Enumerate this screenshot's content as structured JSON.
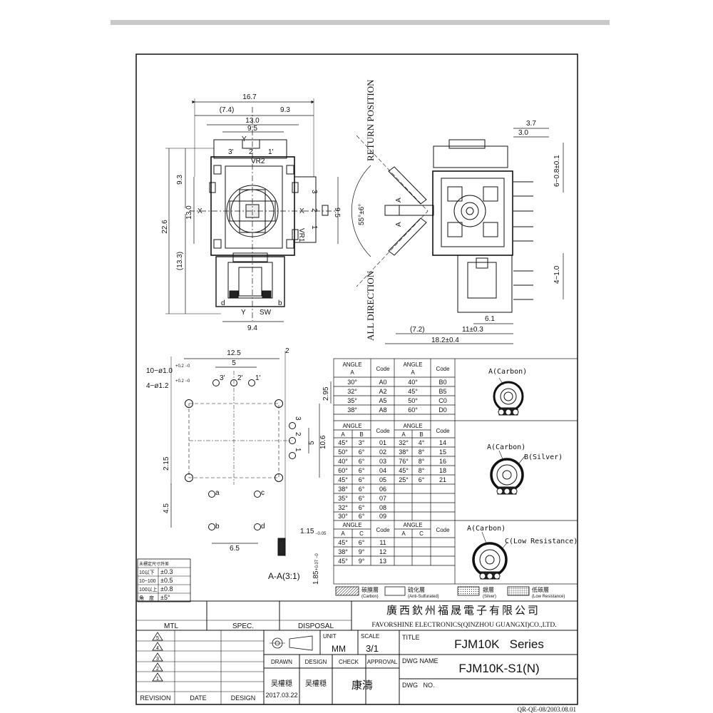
{
  "drawing": {
    "return_position": "RETURN POSITION",
    "all_direction": "ALL DIRECTION",
    "angle_55": "55°±6°",
    "section_label": "A-A(3:1)",
    "top_dims": {
      "w167": "16.7",
      "w74": "(7.4)",
      "w93": "9.3",
      "w130": "13.0",
      "w95": "9.5",
      "h93": "9.3",
      "h226": "22.6",
      "h130": "13.0",
      "h133": "(13.3)",
      "h95": "9.5",
      "w94": "9.4"
    },
    "top_labels": {
      "y_top": "Y",
      "three_p": "3'",
      "two_p": "2",
      "one_p": "1'",
      "vr2": "VR2",
      "x_left": "X",
      "x_right": "X",
      "three": "3",
      "two": "2",
      "one": "1",
      "vr1": "VR1",
      "y_bot": "Y",
      "sw": "SW",
      "d": "d",
      "b": "b"
    },
    "side_dims": {
      "d37": "3.7",
      "d30": "3.0",
      "d608": "6−0.8±0.1",
      "d410": "4−1.0",
      "d61": "6.1",
      "d72": "(7.2)",
      "d11": "11±0.3",
      "d182": "18.2±0.4",
      "a": "A"
    },
    "pcb_dims": {
      "d125": "12.5",
      "d2": "2",
      "d5": "5",
      "hole10": "10−ø1.0",
      "hole10_tol": "+0.2 −0",
      "hole4": "4−ø1.2",
      "hole4_tol": "+0.2 −0",
      "d295": "2.95",
      "d106": "10.6",
      "d5v": "5",
      "d215": "2.15",
      "d45": "4.5",
      "d65": "6.5",
      "d115": "1.15",
      "d115_tol": "−0.05",
      "d185": "1.85",
      "d185_tol": "+0.07 −0",
      "p3p": "3'",
      "p2p": "2'",
      "p1p": "1'",
      "p3": "3",
      "p2": "2",
      "p1": "1",
      "pa": "a",
      "pb": "b",
      "pc": "c",
      "pd": "d"
    }
  },
  "tolerance": {
    "rows": [
      {
        "range": "10以下",
        "tol": "±0.3"
      },
      {
        "range": "10~100",
        "tol": "±0.5"
      },
      {
        "range": "100以上",
        "tol": "±0.8"
      },
      {
        "range": "角　度",
        "tol": "±5°"
      }
    ],
    "header": "未標定尺寸許差"
  },
  "angle_table_1": {
    "headers": [
      "ANGLE",
      "A",
      "Code",
      "ANGLE",
      "A",
      "Code"
    ],
    "rows": [
      [
        "30°",
        "A0",
        "40°",
        "B0"
      ],
      [
        "32°",
        "A2",
        "45°",
        "B5"
      ],
      [
        "35°",
        "A5",
        "50°",
        "C0"
      ],
      [
        "38°",
        "A8",
        "60°",
        "D0"
      ]
    ]
  },
  "angle_table_2": {
    "headers": [
      "ANGLE",
      "A",
      "B",
      "Code",
      "ANGLE",
      "A",
      "B",
      "Code"
    ],
    "rows": [
      [
        "45°",
        "3°",
        "01",
        "32°",
        "4°",
        "14"
      ],
      [
        "50°",
        "6°",
        "02",
        "38°",
        "8°",
        "15"
      ],
      [
        "40°",
        "6°",
        "03",
        "76°",
        "8°",
        "16"
      ],
      [
        "60°",
        "6°",
        "04",
        "45°",
        "8°",
        "18"
      ],
      [
        "45°",
        "6°",
        "05",
        "25°",
        "6°",
        "21"
      ],
      [
        "38°",
        "6°",
        "06",
        "",
        "",
        ""
      ],
      [
        "35°",
        "6°",
        "07",
        "",
        "",
        ""
      ],
      [
        "32°",
        "6°",
        "08",
        "",
        "",
        ""
      ],
      [
        "30°",
        "6°",
        "09",
        "",
        "",
        ""
      ]
    ]
  },
  "angle_table_3": {
    "headers": [
      "ANGLE",
      "A",
      "C",
      "Code",
      "ANGLE",
      "A",
      "C",
      "Code"
    ],
    "rows": [
      [
        "45°",
        "6°",
        "11"
      ],
      [
        "38°",
        "9°",
        "12"
      ],
      [
        "45°",
        "9°",
        "13"
      ]
    ]
  },
  "diagrams": {
    "carbon_1": "A(Carbon)",
    "carbon_2": "A(Carbon)",
    "silver_2": "B(Silver)",
    "carbon_3": "A(Carbon)",
    "low_res_3": "C(Low Resistance)"
  },
  "legend": [
    {
      "cn": "碳膜層",
      "en": "(Carbon)"
    },
    {
      "cn": "硫化層",
      "en": "(Anti-Sulfurated)"
    },
    {
      "cn": "銀層",
      "en": "(Silver)"
    },
    {
      "cn": "低碳層",
      "en": "(Low Resistance)"
    }
  ],
  "title_block": {
    "mtl": "MTL",
    "spec": "SPEC.",
    "disposal": "DISPOSAL",
    "company_cn": "廣西欽州福晟電子有限公司",
    "company_en": "FAVORSHINE ELECTRONICS(QINZHOU GUANGXI)CO.,LTD.",
    "revisions": [
      "5",
      "4",
      "3",
      "2",
      "1"
    ],
    "revision": "REVISION",
    "date": "DATE",
    "design": "DESIGN",
    "unit_label": "UNIT",
    "unit": "MM",
    "scale_label": "SCALE",
    "scale": "3/1",
    "title_label": "TITLE",
    "title": "FJM10K   Series",
    "drawn": "DRAWN",
    "design2": "DESIGN",
    "check": "CHECK",
    "approval": "APPROVAL",
    "dwg_name_label": "DWG  NAME",
    "dwg_name": "FJM10K-S1(N)",
    "drawn_by": "吴權穏",
    "design_by": "吴權穏",
    "drawn_date": "2017.03.22",
    "check_by": "康濤",
    "dwg_no_label": "DWG   NO.",
    "doc_code": "QR-QE-08/2003.08.01"
  }
}
